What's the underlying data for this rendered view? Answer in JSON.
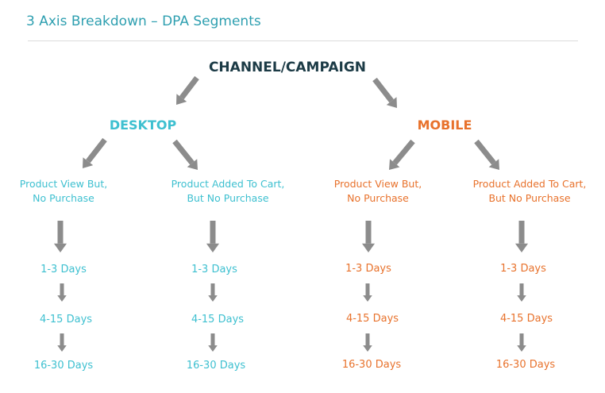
{
  "title": "3 Axis Breakdown – DPA Segments",
  "root": "CHANNEL/CAMPAIGN",
  "colors": {
    "desktop": "#3ec0d0",
    "mobile": "#e8722c",
    "root": "#1c3b46",
    "arrow": "#8c8c8c"
  },
  "branches": [
    {
      "label": "DESKTOP",
      "segments": [
        {
          "line1": "Product View But,",
          "line2": "No Purchase",
          "days": [
            "1-3 Days",
            "4-15 Days",
            "16-30 Days"
          ]
        },
        {
          "line1": "Product Added To Cart,",
          "line2": "But No Purchase",
          "days": [
            "1-3 Days",
            "4-15 Days",
            "16-30 Days"
          ]
        }
      ]
    },
    {
      "label": "MOBILE",
      "segments": [
        {
          "line1": "Product View But,",
          "line2": "No Purchase",
          "days": [
            "1-3 Days",
            "4-15 Days",
            "16-30 Days"
          ]
        },
        {
          "line1": "Product Added To Cart,",
          "line2": "But No Purchase",
          "days": [
            "1-3 Days",
            "4-15 Days",
            "16-30 Days"
          ]
        }
      ]
    }
  ]
}
